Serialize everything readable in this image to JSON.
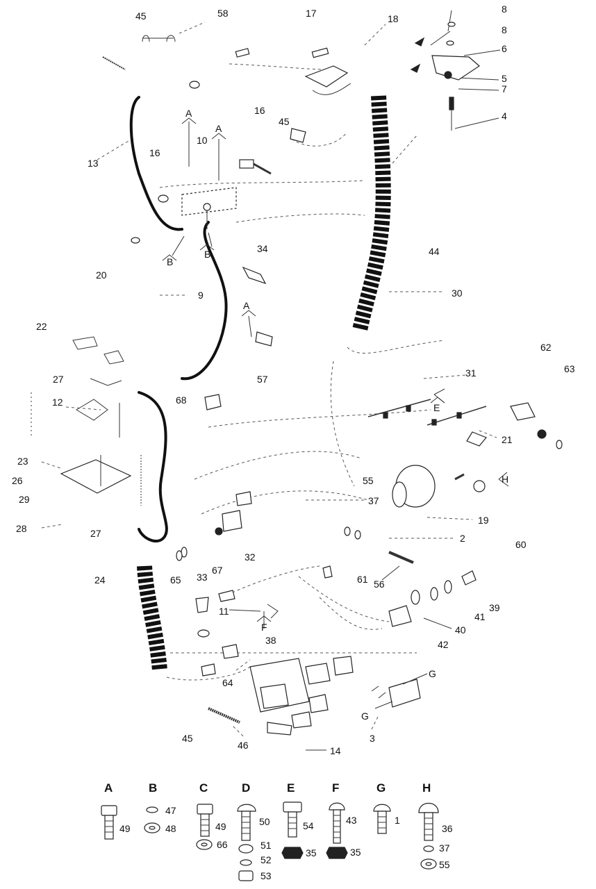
{
  "callouts": [
    "45",
    "58",
    "17",
    "18",
    "8",
    "8",
    "6",
    "5",
    "7",
    "4",
    "16",
    "45",
    "10",
    "16",
    "13",
    "34",
    "44",
    "20",
    "9",
    "30",
    "22",
    "62",
    "63",
    "27",
    "57",
    "31",
    "12",
    "68",
    "21",
    "23",
    "26",
    "55",
    "29",
    "37",
    "28",
    "27",
    "19",
    "2",
    "60",
    "32",
    "24",
    "65",
    "33",
    "67",
    "61",
    "56",
    "39",
    "11",
    "41",
    "40",
    "38",
    "42",
    "64",
    "3",
    "45",
    "46",
    "14"
  ],
  "markers": [
    "A",
    "A",
    "B",
    "B",
    "A",
    "E",
    "H",
    "F",
    "G",
    "G"
  ],
  "legend": [
    {
      "letter": "A",
      "parts": [
        "49"
      ]
    },
    {
      "letter": "B",
      "parts": [
        "47",
        "48"
      ]
    },
    {
      "letter": "C",
      "parts": [
        "49",
        "66"
      ]
    },
    {
      "letter": "D",
      "parts": [
        "50",
        "51",
        "52",
        "53"
      ]
    },
    {
      "letter": "E",
      "parts": [
        "54",
        "35"
      ]
    },
    {
      "letter": "F",
      "parts": [
        "43",
        "35"
      ]
    },
    {
      "letter": "G",
      "parts": [
        "1"
      ]
    },
    {
      "letter": "H",
      "parts": [
        "36",
        "37",
        "55"
      ]
    }
  ]
}
